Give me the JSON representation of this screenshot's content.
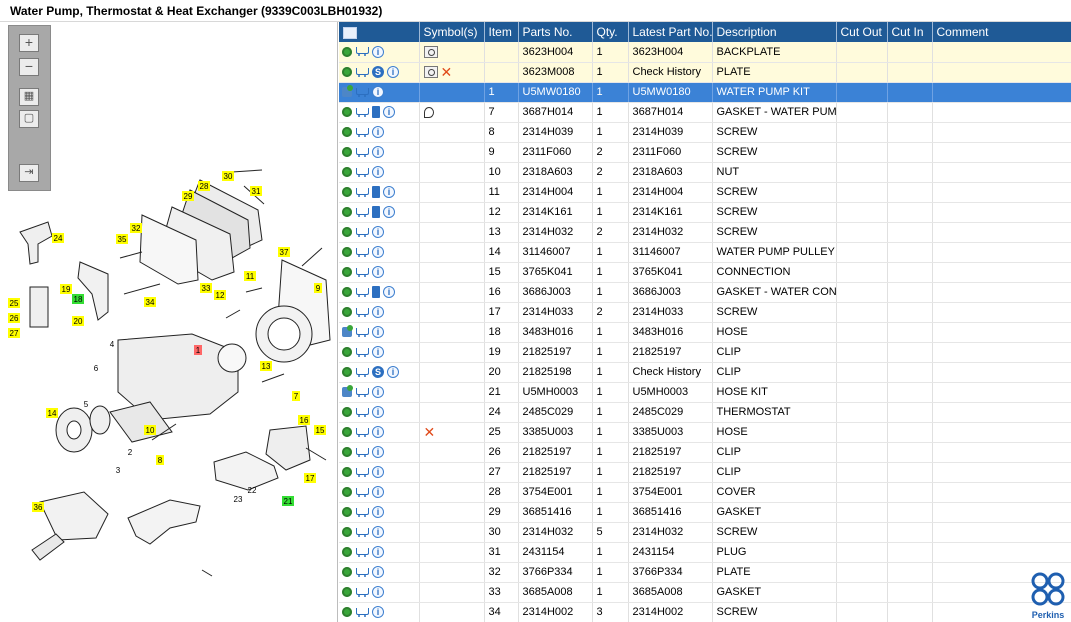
{
  "window": {
    "title": "Water Pump, Thermostat & Heat Exchanger (9339C003LBH01932)"
  },
  "zoom_toolbar": {
    "icons": [
      "zoom-in-icon",
      "zoom-out-icon",
      "fit-all-icon",
      "fit-window-icon",
      "export-icon"
    ]
  },
  "diagram": {
    "callouts": [
      "1",
      "2",
      "3",
      "4",
      "5",
      "6",
      "7",
      "8",
      "9",
      "10",
      "11",
      "12",
      "13",
      "14",
      "15",
      "16",
      "17",
      "18",
      "19",
      "20",
      "21",
      "22",
      "23",
      "24",
      "25",
      "26",
      "27",
      "28",
      "29",
      "30",
      "31",
      "32",
      "33",
      "34",
      "35",
      "36",
      "37"
    ],
    "highlighted_callout_red": "1",
    "highlighted_callout_green": [
      "18",
      "21"
    ]
  },
  "table": {
    "columns": [
      "",
      "Symbol(s)",
      "Item",
      "Parts No.",
      "Qty.",
      "Latest Part No.",
      "Description",
      "Cut Out",
      "Cut In",
      "Comment"
    ],
    "rows": [
      {
        "icons": [
          "gear",
          "cart",
          "info"
        ],
        "symbols": [
          "magnifier"
        ],
        "item": "",
        "part": "3623H004",
        "qty": "1",
        "latest": "3623H004",
        "desc": "BACKPLATE",
        "style": "yellow"
      },
      {
        "icons": [
          "gear",
          "cart",
          "s",
          "info"
        ],
        "symbols": [
          "magnifier",
          "x"
        ],
        "item": "",
        "part": "3623M008",
        "qty": "1",
        "latest": "Check History",
        "desc": "PLATE",
        "style": "yellow"
      },
      {
        "icons": [
          "kit",
          "cart",
          "info"
        ],
        "symbols": [],
        "item": "1",
        "part": "U5MW0180",
        "qty": "1",
        "latest": "U5MW0180",
        "desc": "WATER PUMP KIT",
        "style": "selected"
      },
      {
        "icons": [
          "gear",
          "cart",
          "book",
          "info"
        ],
        "symbols": [
          "pin"
        ],
        "item": "7",
        "part": "3687H014",
        "qty": "1",
        "latest": "3687H014",
        "desc": "GASKET - WATER PUMP",
        "style": ""
      },
      {
        "icons": [
          "gear",
          "cart",
          "info"
        ],
        "symbols": [],
        "item": "8",
        "part": "2314H039",
        "qty": "1",
        "latest": "2314H039",
        "desc": "SCREW",
        "style": ""
      },
      {
        "icons": [
          "gear",
          "cart",
          "info"
        ],
        "symbols": [],
        "item": "9",
        "part": "2311F060",
        "qty": "2",
        "latest": "2311F060",
        "desc": "SCREW",
        "style": ""
      },
      {
        "icons": [
          "gear",
          "cart",
          "info"
        ],
        "symbols": [],
        "item": "10",
        "part": "2318A603",
        "qty": "2",
        "latest": "2318A603",
        "desc": "NUT",
        "style": ""
      },
      {
        "icons": [
          "gear",
          "cart",
          "book",
          "info"
        ],
        "symbols": [],
        "item": "11",
        "part": "2314H004",
        "qty": "1",
        "latest": "2314H004",
        "desc": "SCREW",
        "style": ""
      },
      {
        "icons": [
          "gear",
          "cart",
          "book",
          "info"
        ],
        "symbols": [],
        "item": "12",
        "part": "2314K161",
        "qty": "1",
        "latest": "2314K161",
        "desc": "SCREW",
        "style": ""
      },
      {
        "icons": [
          "gear",
          "cart",
          "info"
        ],
        "symbols": [],
        "item": "13",
        "part": "2314H032",
        "qty": "2",
        "latest": "2314H032",
        "desc": "SCREW",
        "style": ""
      },
      {
        "icons": [
          "gear",
          "cart",
          "info"
        ],
        "symbols": [],
        "item": "14",
        "part": "31146007",
        "qty": "1",
        "latest": "31146007",
        "desc": "WATER PUMP PULLEY",
        "style": ""
      },
      {
        "icons": [
          "gear",
          "cart",
          "info"
        ],
        "symbols": [],
        "item": "15",
        "part": "3765K041",
        "qty": "1",
        "latest": "3765K041",
        "desc": "CONNECTION",
        "style": ""
      },
      {
        "icons": [
          "gear",
          "cart",
          "book",
          "info"
        ],
        "symbols": [],
        "item": "16",
        "part": "3686J003",
        "qty": "1",
        "latest": "3686J003",
        "desc": "GASKET - WATER CONN",
        "style": ""
      },
      {
        "icons": [
          "gear",
          "cart",
          "info"
        ],
        "symbols": [],
        "item": "17",
        "part": "2314H033",
        "qty": "2",
        "latest": "2314H033",
        "desc": "SCREW",
        "style": ""
      },
      {
        "icons": [
          "kit",
          "cart",
          "info"
        ],
        "symbols": [],
        "item": "18",
        "part": "3483H016",
        "qty": "1",
        "latest": "3483H016",
        "desc": "HOSE",
        "style": ""
      },
      {
        "icons": [
          "gear",
          "cart",
          "info"
        ],
        "symbols": [],
        "item": "19",
        "part": "21825197",
        "qty": "1",
        "latest": "21825197",
        "desc": "CLIP",
        "style": ""
      },
      {
        "icons": [
          "gear",
          "cart",
          "s",
          "info"
        ],
        "symbols": [],
        "item": "20",
        "part": "21825198",
        "qty": "1",
        "latest": "Check History",
        "desc": "CLIP",
        "style": ""
      },
      {
        "icons": [
          "kit",
          "cart",
          "info"
        ],
        "symbols": [],
        "item": "21",
        "part": "U5MH0003",
        "qty": "1",
        "latest": "U5MH0003",
        "desc": "HOSE KIT",
        "style": ""
      },
      {
        "icons": [
          "gear",
          "cart",
          "info"
        ],
        "symbols": [],
        "item": "24",
        "part": "2485C029",
        "qty": "1",
        "latest": "2485C029",
        "desc": "THERMOSTAT",
        "style": ""
      },
      {
        "icons": [
          "gear",
          "cart",
          "info"
        ],
        "symbols": [
          "x"
        ],
        "item": "25",
        "part": "3385U003",
        "qty": "1",
        "latest": "3385U003",
        "desc": "HOSE",
        "style": ""
      },
      {
        "icons": [
          "gear",
          "cart",
          "info"
        ],
        "symbols": [],
        "item": "26",
        "part": "21825197",
        "qty": "1",
        "latest": "21825197",
        "desc": "CLIP",
        "style": ""
      },
      {
        "icons": [
          "gear",
          "cart",
          "info"
        ],
        "symbols": [],
        "item": "27",
        "part": "21825197",
        "qty": "1",
        "latest": "21825197",
        "desc": "CLIP",
        "style": ""
      },
      {
        "icons": [
          "gear",
          "cart",
          "info"
        ],
        "symbols": [],
        "item": "28",
        "part": "3754E001",
        "qty": "1",
        "latest": "3754E001",
        "desc": "COVER",
        "style": ""
      },
      {
        "icons": [
          "gear",
          "cart",
          "info"
        ],
        "symbols": [],
        "item": "29",
        "part": "36851416",
        "qty": "1",
        "latest": "36851416",
        "desc": "GASKET",
        "style": ""
      },
      {
        "icons": [
          "gear",
          "cart",
          "info"
        ],
        "symbols": [],
        "item": "30",
        "part": "2314H032",
        "qty": "5",
        "latest": "2314H032",
        "desc": "SCREW",
        "style": ""
      },
      {
        "icons": [
          "gear",
          "cart",
          "info"
        ],
        "symbols": [],
        "item": "31",
        "part": "2431154",
        "qty": "1",
        "latest": "2431154",
        "desc": "PLUG",
        "style": ""
      },
      {
        "icons": [
          "gear",
          "cart",
          "info"
        ],
        "symbols": [],
        "item": "32",
        "part": "3766P334",
        "qty": "1",
        "latest": "3766P334",
        "desc": "PLATE",
        "style": ""
      },
      {
        "icons": [
          "gear",
          "cart",
          "info"
        ],
        "symbols": [],
        "item": "33",
        "part": "3685A008",
        "qty": "1",
        "latest": "3685A008",
        "desc": "GASKET",
        "style": ""
      },
      {
        "icons": [
          "gear",
          "cart",
          "info"
        ],
        "symbols": [],
        "item": "34",
        "part": "2314H002",
        "qty": "3",
        "latest": "2314H002",
        "desc": "SCREW",
        "style": ""
      }
    ]
  },
  "brand": {
    "name": "Perkins",
    "color": "#1f5fb0"
  },
  "colors": {
    "header_bg": "#1f5a96",
    "selected_row": "#3b82d6",
    "highlight_row": "#fffbdc",
    "callout_yellow": "#ffff00",
    "callout_green": "#33dd33",
    "callout_red": "#ff6666"
  }
}
